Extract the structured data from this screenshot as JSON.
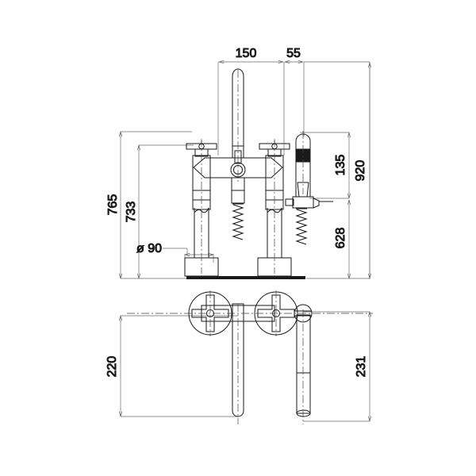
{
  "drawing": {
    "type": "technical-dimension-drawing",
    "subject": "Floor-standing bath tub mixer with cross handles, spout and hand shower",
    "background_color": "#ffffff",
    "line_color": "#1a1a1a",
    "units": "mm",
    "views": [
      {
        "id": "elevation",
        "name": "front-elevation-view"
      },
      {
        "id": "plan",
        "name": "top-plan-view"
      }
    ]
  },
  "elevation": {
    "dimensions": {
      "top_left": {
        "label": "150",
        "name": "dim-150-spout-to-handshower-left"
      },
      "top_right": {
        "label": "55",
        "name": "dim-55-handshower-offset"
      },
      "left_outer": {
        "label": "765",
        "name": "dim-765-overall-left"
      },
      "left_inner": {
        "label": "733",
        "name": "dim-733-handle-height"
      },
      "right_inner_upper": {
        "label": "135",
        "name": "dim-135-handshower-height"
      },
      "right_inner_lower": {
        "label": "628",
        "name": "dim-628-handshower-base"
      },
      "right_outer": {
        "label": "920",
        "name": "dim-920-overall-height"
      },
      "diameter_base": {
        "label": "ø 90",
        "name": "dim-diameter-90-base"
      }
    }
  },
  "plan": {
    "dimensions": {
      "left": {
        "label": "220",
        "name": "dim-220-spout-reach"
      },
      "right": {
        "label": "231",
        "name": "dim-231-handshower-reach"
      }
    }
  }
}
